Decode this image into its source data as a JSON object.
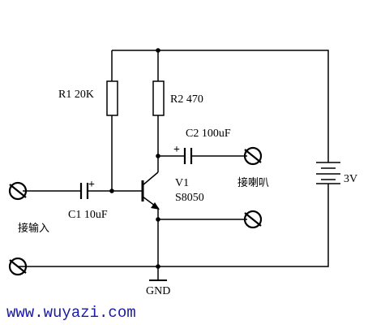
{
  "labels": {
    "r1": "R1  20K",
    "r2": "R2  470",
    "c2": "C2 100uF",
    "c1": "C1 10uF",
    "v1": "V1",
    "transistor": "S8050",
    "input": "接输入",
    "speaker": "接喇叭",
    "battery": "3V",
    "ground": "GND",
    "c1_polarity": "+",
    "c2_polarity": "+",
    "website": "www.wuyazi.com"
  },
  "colors": {
    "wire": "#000000",
    "website": "#1a1aa6"
  }
}
